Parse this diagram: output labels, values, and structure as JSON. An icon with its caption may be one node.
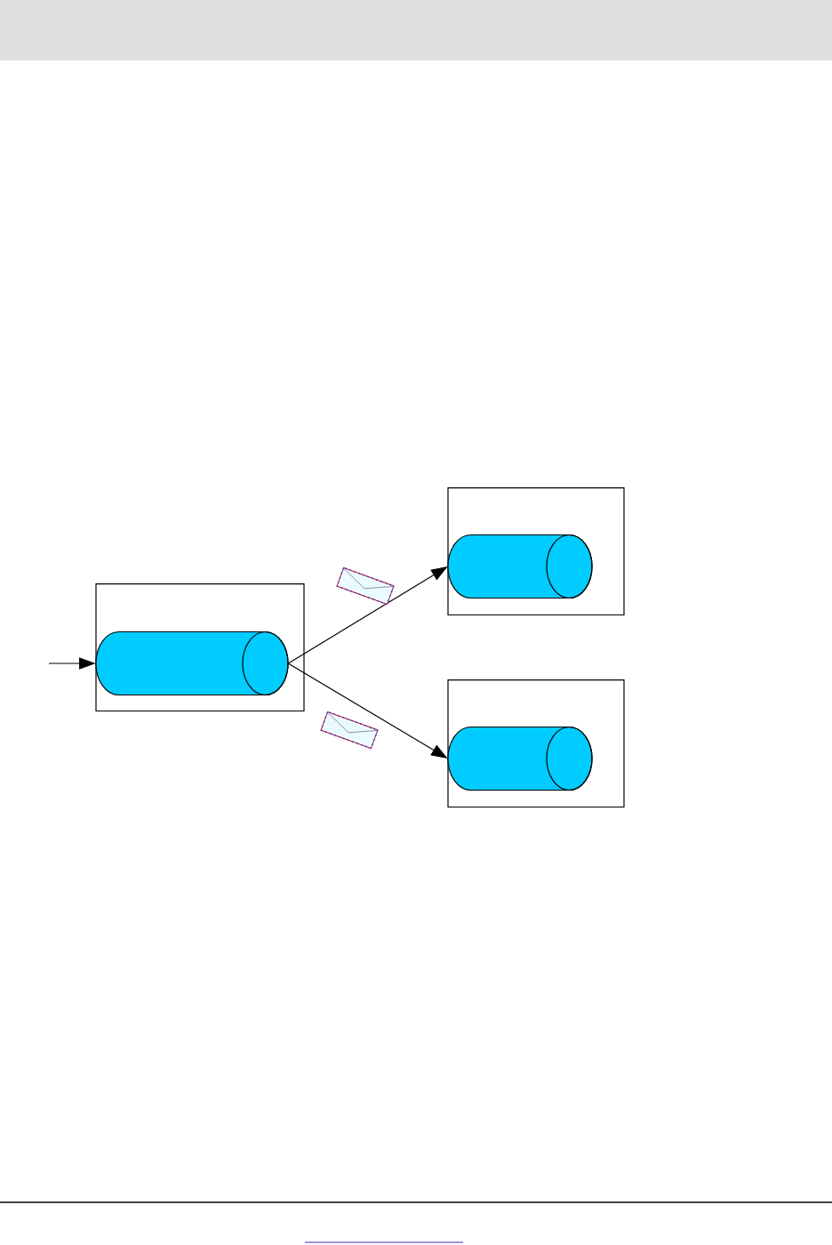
{
  "diagram": {
    "nodes": [
      {
        "text": [],
        "shape": "box"
      },
      {
        "text": [],
        "shape": "cylinder",
        "in": 0
      },
      {
        "text": [],
        "shape": "box"
      },
      {
        "text": [],
        "shape": "cylinder",
        "in": 2
      },
      {
        "text": [],
        "shape": "box"
      },
      {
        "text": [],
        "shape": "cylinder",
        "in": 4
      }
    ],
    "edges": [
      {
        "from": null,
        "to": 1,
        "arrow": "to"
      },
      {
        "from": 1,
        "to": 3,
        "arrow": "to"
      },
      {
        "from": 1,
        "to": 5,
        "arrow": "to"
      }
    ]
  }
}
